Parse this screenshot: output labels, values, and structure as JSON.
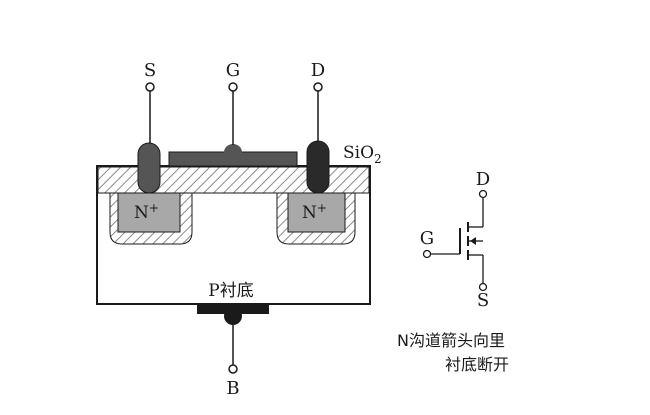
{
  "terminals": {
    "source": "S",
    "gate": "G",
    "drain": "D",
    "body": "B"
  },
  "labels": {
    "oxide": "SiO",
    "oxide_subscript": "2",
    "n_plus_left": "N",
    "n_plus_right": "N",
    "n_plus_superscript": "+",
    "substrate": "P衬底"
  },
  "symbol": {
    "drain": "D",
    "gate": "G",
    "source": "S"
  },
  "caption": {
    "line1": "N沟道箭头向里",
    "line2": "衬底断开"
  },
  "colors": {
    "oxide_hatch": "#8a8a8a",
    "n_plus_fill": "#a8a8a8",
    "metal": "#555555",
    "drain_metal": "#2a2a2a",
    "line": "#1a1a1a"
  }
}
